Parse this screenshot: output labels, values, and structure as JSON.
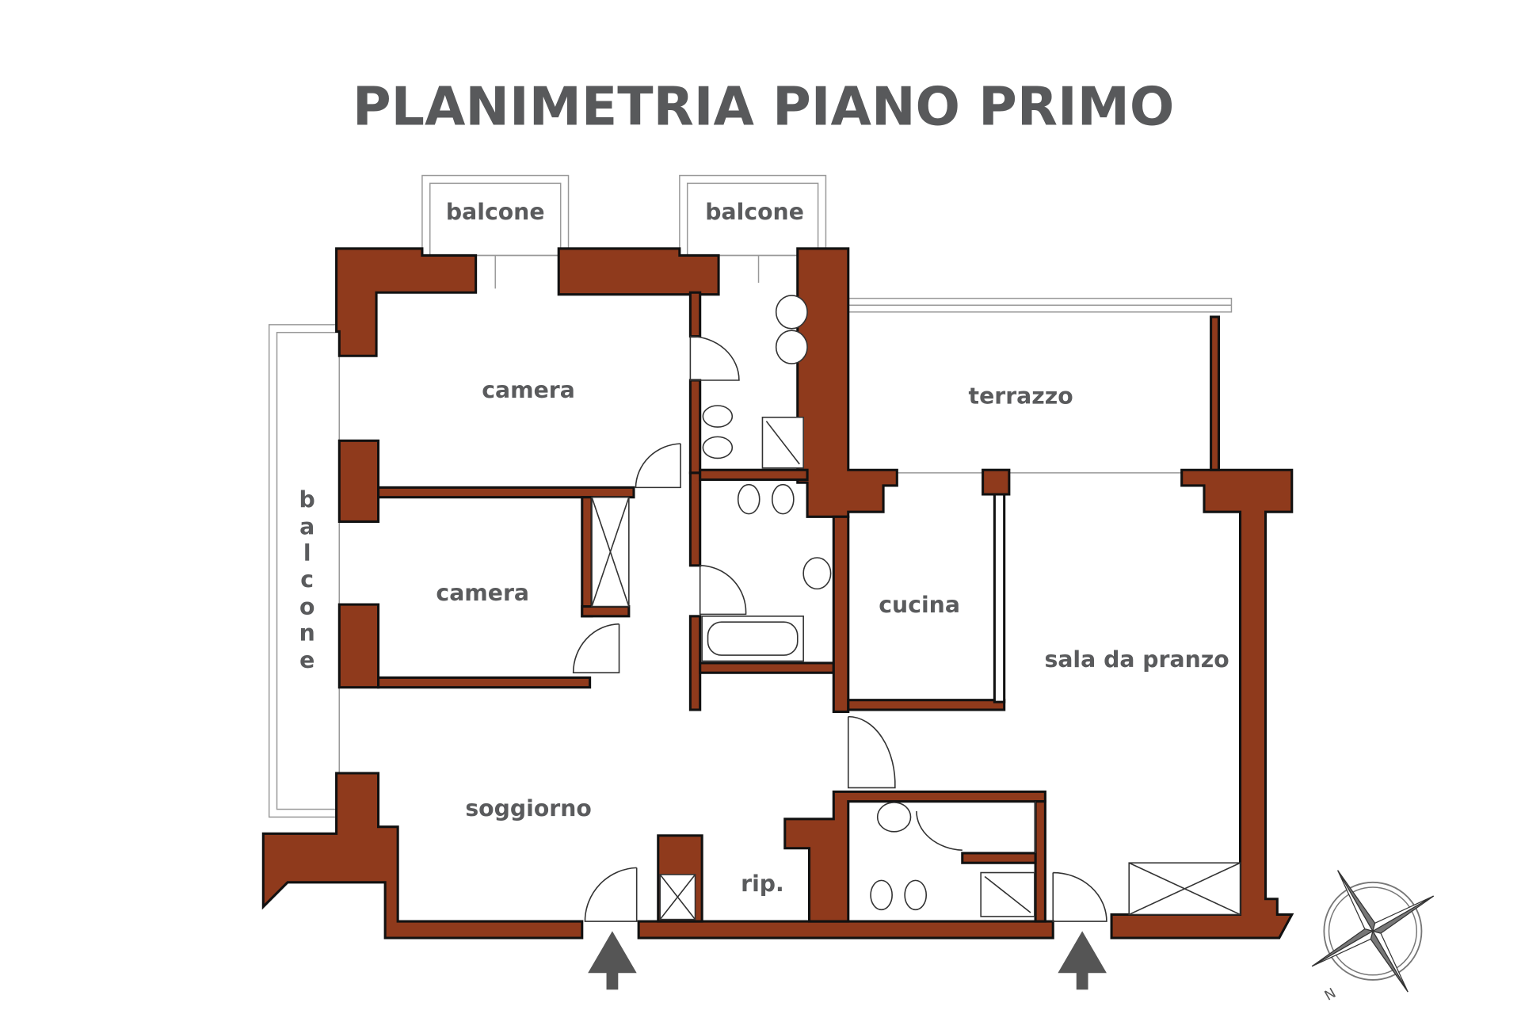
{
  "title": "PLANIMETRIA PIANO PRIMO",
  "rooms": {
    "balcone_1": "balcone",
    "balcone_2": "balcone",
    "balcone_side": [
      "b",
      "a",
      "l",
      "c",
      "o",
      "n",
      "e"
    ],
    "camera_1": "camera",
    "camera_2": "camera",
    "terrazzo": "terrazzo",
    "cucina": "cucina",
    "sala_da_pranzo": "sala da pranzo",
    "soggiorno": "soggiorno",
    "ripostiglio": "rip."
  },
  "compass": {
    "north_label": "N"
  },
  "colors": {
    "wall": "#8f3a1c",
    "text": "#58595b"
  }
}
